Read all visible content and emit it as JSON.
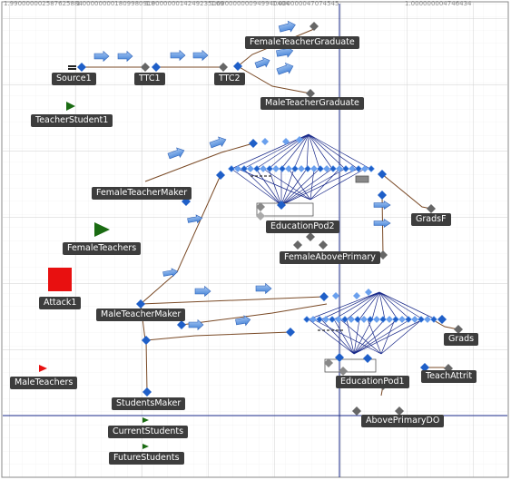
{
  "ruler": {
    "ticks": [
      "1.990000002587625884",
      "1.000000001809980918",
      "1.000000014249235069",
      "1.000000000949940404",
      "1.000000047074545",
      "1.000000004746434"
    ]
  },
  "nodes": {
    "source1": "Source1",
    "ttc1": "TTC1",
    "ttc2": "TTC2",
    "female_teacher_graduate": "FemaleTeacherGraduate",
    "male_teacher_graduate": "MaleTeacherGraduate",
    "teacher_student1": "TeacherStudent1",
    "female_teacher_maker": "FemaleTeacherMaker",
    "education_pod2": "EducationPod2",
    "grads_f": "GradsF",
    "female_above_primary": "FemaleAbovePrimary",
    "female_teachers": "FemaleTeachers",
    "attack1": "Attack1",
    "male_teacher_maker": "MaleTeacherMaker",
    "grads": "Grads",
    "education_pod1": "EducationPod1",
    "teach_attrit": "TeachAttrit",
    "male_teachers": "MaleTeachers",
    "students_maker": "StudentsMaker",
    "above_primary_do": "AbovePrimaryDO",
    "current_students": "CurrentStudents",
    "future_students": "FutureStudents"
  },
  "colors": {
    "node_fill": "#1f5fc8",
    "node_gray": "#666666",
    "link": "#7a4a26",
    "fan": "#1a2a8a",
    "label_bg": "#3d3d3d",
    "grid": "#d6d6d6",
    "attack": "#e81010",
    "teachers_marker": "#1a6b12"
  }
}
